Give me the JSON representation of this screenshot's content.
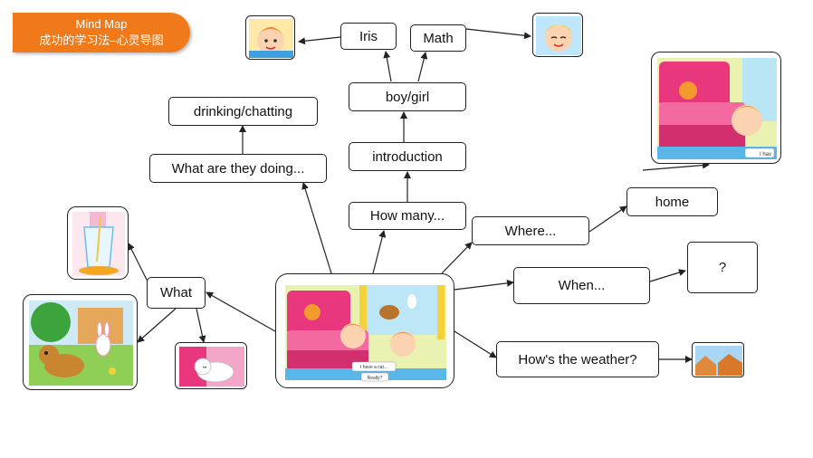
{
  "header": {
    "line1": "Mind Map",
    "line2": "成功的学习法–心灵导图"
  },
  "nodes": {
    "iris": "Iris",
    "math": "Math",
    "boy_girl": "boy/girl",
    "introduction": "introduction",
    "how_many": "How many...",
    "drinking": "drinking/chatting",
    "doing": "What are they doing...",
    "where": "Where...",
    "home": "home",
    "when": "When...",
    "question": "?",
    "weather": "How's the weather?",
    "what": "What"
  },
  "central_image": {
    "bubble1": "I have a cat...",
    "bubble2": "Really?"
  },
  "home_image": {
    "caption": "I hav"
  },
  "colors": {
    "badge": "#f07a1a",
    "line": "#222222"
  }
}
